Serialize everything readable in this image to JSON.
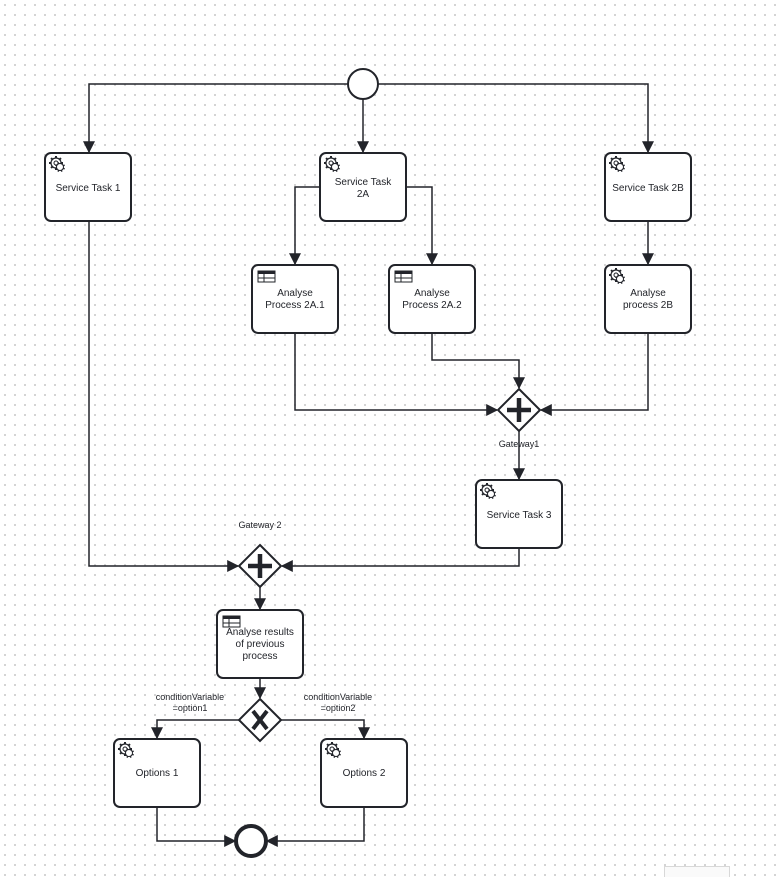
{
  "diagram": {
    "start_event": {
      "label": ""
    },
    "end_event": {
      "label": ""
    },
    "tasks": [
      {
        "id": "service-task-1",
        "kind": "service",
        "lines": [
          "Service Task 1"
        ]
      },
      {
        "id": "service-task-2a",
        "kind": "service",
        "lines": [
          "Service Task",
          "2A"
        ]
      },
      {
        "id": "service-task-2b",
        "kind": "service",
        "lines": [
          "Service Task 2B"
        ]
      },
      {
        "id": "analyse-2a1",
        "kind": "business-rule",
        "lines": [
          "Analyse",
          "Process 2A.1"
        ]
      },
      {
        "id": "analyse-2a2",
        "kind": "business-rule",
        "lines": [
          "Analyse",
          "Process 2A.2"
        ]
      },
      {
        "id": "analyse-2b",
        "kind": "service",
        "lines": [
          "Analyse",
          "process 2B"
        ]
      },
      {
        "id": "service-task-3",
        "kind": "service",
        "lines": [
          "Service Task 3"
        ]
      },
      {
        "id": "analyse-results",
        "kind": "business-rule",
        "lines": [
          "Analyse results",
          "of previous",
          "process"
        ]
      },
      {
        "id": "options-1",
        "kind": "service",
        "lines": [
          "Options 1"
        ]
      },
      {
        "id": "options-2",
        "kind": "service",
        "lines": [
          "Options 2"
        ]
      }
    ],
    "gateways": [
      {
        "id": "gateway-1",
        "type": "parallel",
        "label": "Gateway1"
      },
      {
        "id": "gateway-2",
        "type": "parallel",
        "label": "Gateway 2"
      },
      {
        "id": "gateway-xor",
        "type": "exclusive",
        "label": ""
      }
    ],
    "flow_labels": [
      {
        "id": "cond-option1",
        "lines": [
          "conditionVariable",
          "=option1"
        ]
      },
      {
        "id": "cond-option2",
        "lines": [
          "conditionVariable",
          "=option2"
        ]
      }
    ],
    "icons": {
      "service": "gear-icon",
      "business-rule": "table-icon"
    }
  }
}
